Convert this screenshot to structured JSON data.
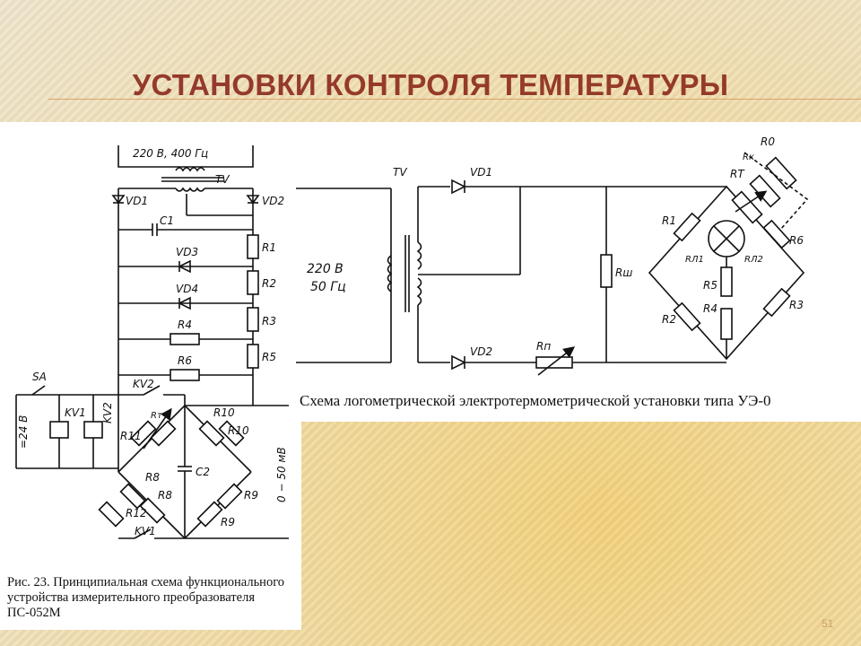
{
  "slide": {
    "title": "УСТАНОВКИ КОНТРОЛЯ ТЕМПЕРАТУРЫ",
    "page_number": "51"
  },
  "left_diagram": {
    "supply": "220 В, 400 Гц",
    "caption": "Рис. 23. Принципиальная схема функционального устройства измерительного преобразователя ПС-052М",
    "labels": {
      "tv": "TV",
      "vd1": "VD1",
      "vd2": "VD2",
      "c1": "C1",
      "vd3": "VD3",
      "vd4": "VD4",
      "r1": "R1",
      "r2": "R2",
      "r3": "R3",
      "r4": "R4",
      "r5": "R5",
      "r6": "R6",
      "sa": "SA",
      "voltage": "=24 В",
      "kv1": "KV1",
      "kv2": "KV2",
      "rt": "Rт",
      "r10a": "R10",
      "r10b": "R10",
      "r11": "R11",
      "c2": "C2",
      "r8a": "R8",
      "r8b": "R8",
      "r9a": "R9",
      "r9b": "R9",
      "r12": "R12",
      "output": "0 − 50 мВ"
    }
  },
  "right_diagram": {
    "caption": "Схема логометрической электротермометрической установки типа УЭ-0",
    "labels": {
      "tv": "TV",
      "vd1": "VD1",
      "vd2": "VD2",
      "supply_v": "220 В",
      "supply_f": "50 Гц",
      "rsh": "Rш",
      "rp": "Rп",
      "r0": "R0",
      "rk": "Rк",
      "rt": "RT",
      "r1": "R1",
      "r2": "R2",
      "r3": "R3",
      "r4": "R4",
      "r5": "R5",
      "r6": "R6",
      "rl1": "RЛ1",
      "rl2": "RЛ2"
    }
  },
  "colors": {
    "title": "#953a2b",
    "rule": "#d9a46b",
    "page_number": "#c9a26e"
  }
}
